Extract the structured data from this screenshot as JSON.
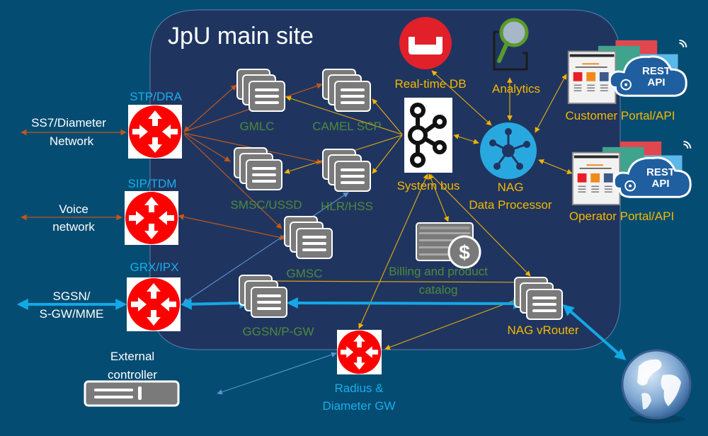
{
  "diagram": {
    "title": "JpU main site",
    "colors": {
      "background": "#054c72",
      "site_panel": "#1f3560",
      "gateway_label": "#19aeea",
      "internal_node_label": "#4e8a3a",
      "platform_label": "#f5b800",
      "signaling_edge": "#c2571a",
      "bus_edge": "#e9ac0c",
      "data_edge": "#13a8e6"
    },
    "external": {
      "ss7": [
        "SS7/Diameter",
        "Network"
      ],
      "voice": [
        "Voice",
        "network"
      ],
      "sgsn": [
        "SGSN/",
        "S-GW/MME"
      ],
      "controller": [
        "External",
        "controller"
      ]
    },
    "gateways": {
      "stp": "STP/DRA",
      "sip": "SIP/TDM",
      "grx": "GRX/IPX",
      "radius": [
        "Radius &",
        "Diameter GW"
      ]
    },
    "nodes": {
      "gmlc": "GMLC",
      "camel": "CAMEL SCP",
      "smsc": "SMSC/USSD",
      "hlr": "HLR/HSS",
      "gmsc": "GMSC",
      "ggsn": "GGSN/P-GW",
      "billing": [
        "Billing and product",
        "catalog"
      ]
    },
    "platform": {
      "realtime_db": "Real-time DB",
      "analytics": "Analytics",
      "system_bus": "System bus",
      "nag": [
        "NAG",
        "Data Processor"
      ],
      "vrouter": "NAG vRouter",
      "customer_portal": "Customer Portal/API",
      "operator_portal": "Operator Portal/API",
      "rest_api": [
        "REST",
        "API"
      ]
    },
    "icons": {
      "router": "router-icon",
      "server": "server-stack-icon",
      "database": "couchbase-db-icon",
      "analytics": "magnifier-analytics-icon",
      "bus": "kafka-bus-icon",
      "nag": "hub-network-icon",
      "billing": "billing-dollar-icon",
      "portal": "web-portal-rest-api-icon",
      "globe": "globe-icon",
      "controller": "controller-device-icon"
    }
  }
}
